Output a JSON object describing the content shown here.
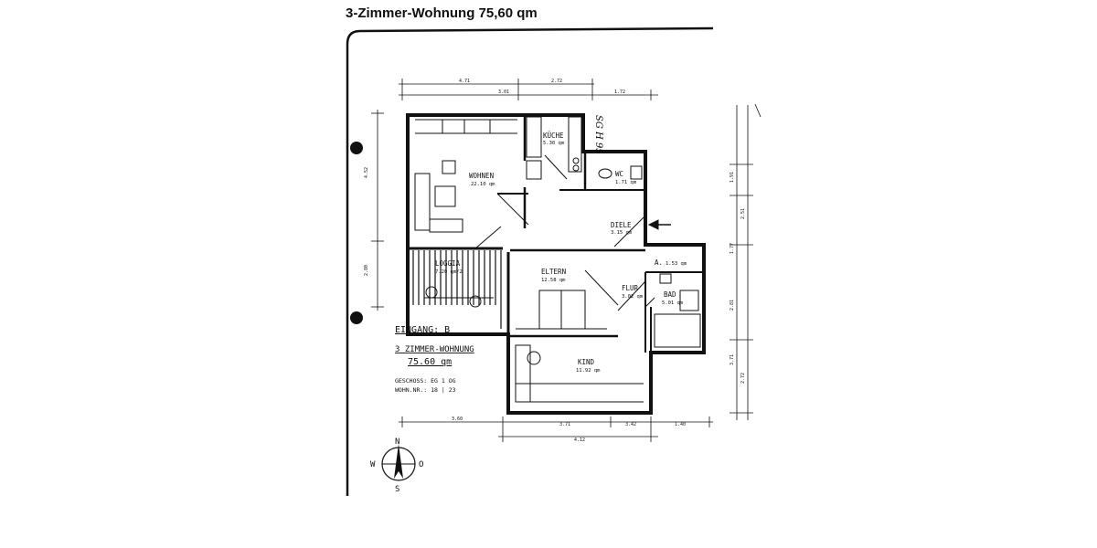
{
  "header": {
    "title": "3-Zimmer-Wohnung 75,60 qm"
  },
  "rooms": [
    {
      "key": "wohnen",
      "name": "WOHNEN",
      "area": "22.10 qm"
    },
    {
      "key": "kueche",
      "name": "KÜCHE",
      "area": "5.30 qm"
    },
    {
      "key": "wc",
      "name": "WC",
      "area": "1.71 qm"
    },
    {
      "key": "diele",
      "name": "DIELE",
      "area": "3.15 qm"
    },
    {
      "key": "abstell",
      "name": "A.",
      "area": "1.53 qm"
    },
    {
      "key": "loggia",
      "name": "LOGGIA",
      "area": "7.20 qm/2"
    },
    {
      "key": "eltern",
      "name": "ELTERN",
      "area": "12.58 qm"
    },
    {
      "key": "flur",
      "name": "FLUR",
      "area": "3.02 qm"
    },
    {
      "key": "bad",
      "name": "BAD",
      "area": "5.01 qm"
    },
    {
      "key": "kind",
      "name": "KIND",
      "area": "11.92 qm"
    }
  ],
  "info": {
    "entrance": "EINGANG: B",
    "apartment_type": "3 ZIMMER-WOHNUNG",
    "area": "75.60 qm",
    "floor_label": "GESCHOSS: EG 1 OG",
    "unit_label": "WOHN.NR.: 18 | 23"
  },
  "handwritten_note": "SG H 95",
  "compass": {
    "north": "N",
    "south": "S",
    "west": "W",
    "east": "O"
  },
  "dimensions": {
    "top": [
      "4.71",
      "2.72",
      "3.01",
      "1.72"
    ],
    "bottom": [
      "3.60",
      "3.71",
      "3.42",
      "1.40",
      "4.12"
    ],
    "left": [
      "4.52",
      "2.80"
    ],
    "right": [
      "1.91",
      "2.51",
      "1.77",
      "2.81",
      "3.71",
      "2.72"
    ]
  }
}
